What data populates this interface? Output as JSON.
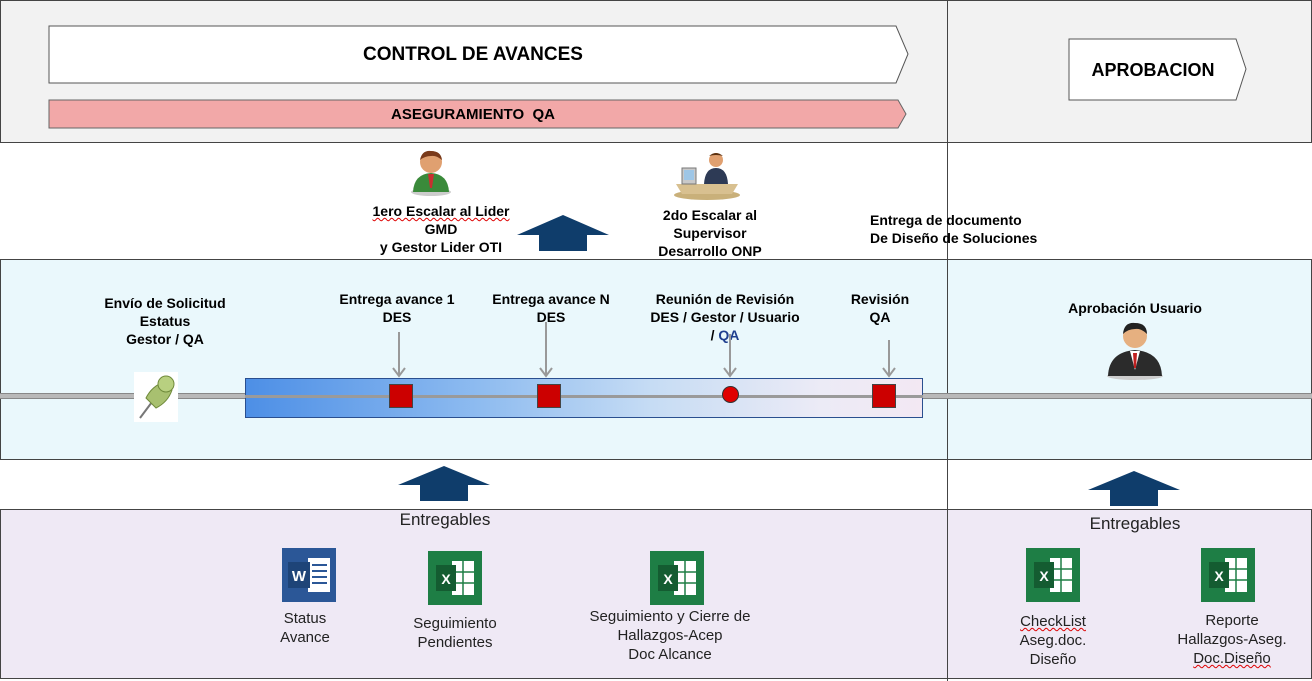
{
  "header": {
    "control_title": "CONTROL DE AVANCES",
    "qa_bar_title": "ASEGURAMIENTO  QA",
    "approval_title": "APROBACION"
  },
  "escalations": {
    "first": [
      "1ero Escalar al Lider",
      "GMD",
      "y Gestor Lider OTI"
    ],
    "second": [
      "2do Escalar al",
      "Supervisor",
      "Desarrollo ONP"
    ],
    "delivery": [
      "Entrega de documento",
      "De Diseño de Soluciones"
    ]
  },
  "timeline": {
    "envio": [
      "Envío de Solicitud",
      "Estatus",
      "Gestor / QA"
    ],
    "avance1": [
      "Entrega avance 1",
      "DES"
    ],
    "avanceN": [
      "Entrega avance N",
      "DES"
    ],
    "reunion": [
      "Reunión de Revisión",
      "DES / Gestor / Usuario",
      "/ ",
      "QA"
    ],
    "revision": [
      "Revisión",
      "QA"
    ],
    "aprobacion": "Aprobación Usuario"
  },
  "entregables": {
    "left_title": "Entregables",
    "right_title": "Entregables",
    "status": [
      "Status",
      "Avance"
    ],
    "seguimiento": [
      "Seguimiento",
      "Pendientes"
    ],
    "cierre": [
      "Seguimiento y Cierre de",
      "Hallazgos-Acep",
      "Doc Alcance"
    ],
    "checklist": [
      "CheckList",
      "Aseg.doc.",
      "Diseño"
    ],
    "reporte": [
      "Reporte",
      "Hallazgos-Aseg.",
      "Doc.Diseño"
    ]
  },
  "icons": [
    "person-icon",
    "supervisor-at-desk-icon",
    "pushpin-icon",
    "businessman-icon",
    "word-document-icon",
    "excel-spreadsheet-icon",
    "up-arrow-icon"
  ],
  "colors": {
    "qa_bar": "#f2a8a8",
    "timeline_band": "#eaf8fc",
    "entregables_band": "#efe9f5",
    "header_band": "#f2f2f2",
    "arrow": "#0f3d6b",
    "marker": "#cc0000",
    "excel_green": "#1e7e45",
    "word_blue": "#2b5797"
  }
}
